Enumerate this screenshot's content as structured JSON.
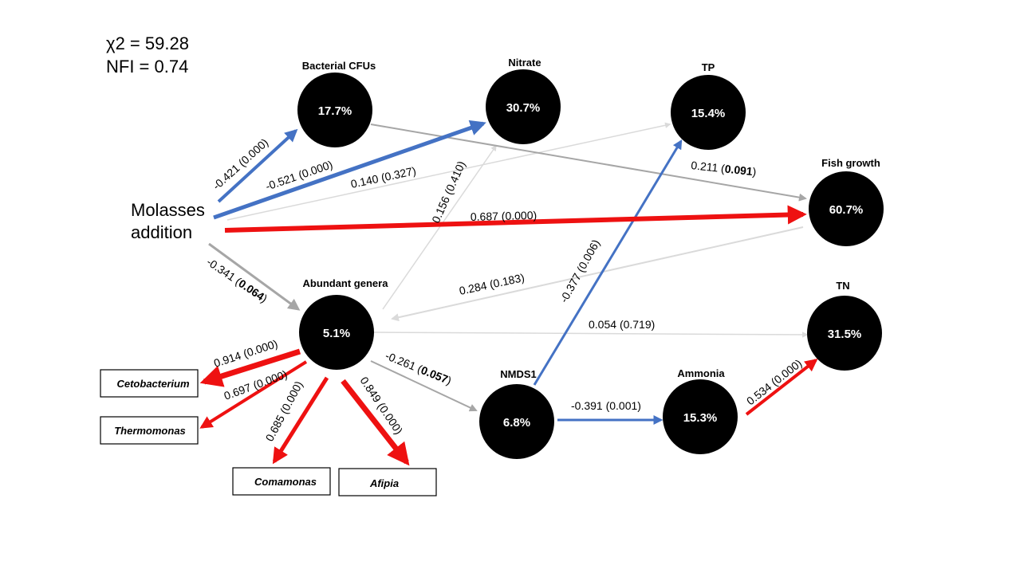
{
  "stats": {
    "chi2_symbol": "χ",
    "chi2_rest": "2 = 59.28",
    "nfi": "NFI = 0.74"
  },
  "source": {
    "line1": "Molasses",
    "line2": "addition"
  },
  "nodes": {
    "bacterial_cfus": {
      "label": "Bacterial CFUs",
      "value": "17.7%"
    },
    "nitrate": {
      "label": "Nitrate",
      "value": "30.7%"
    },
    "tp": {
      "label": "TP",
      "value": "15.4%"
    },
    "fish_growth": {
      "label": "Fish growth",
      "value": "60.7%"
    },
    "abundant_genera": {
      "label": "Abundant genera",
      "value": "5.1%"
    },
    "tn": {
      "label": "TN",
      "value": "31.5%"
    },
    "nmds1": {
      "label": "NMDS1",
      "value": "6.8%"
    },
    "ammonia": {
      "label": "Ammonia",
      "value": "15.3%"
    }
  },
  "boxes": {
    "cetobacterium": "Cetobacterium",
    "thermomonas": "Thermomonas",
    "comamonas": "Comamonas",
    "afipia": "Afipia"
  },
  "edges": {
    "mol_cfu": {
      "coef": "-0.421",
      "p": "(0.000)"
    },
    "mol_nitrate": {
      "coef": "-0.521",
      "p": "(0.000)"
    },
    "mol_tp": {
      "coef": "0.140",
      "p": "(0.327)"
    },
    "mol_fish": {
      "coef": "0.687",
      "p": "(0.000)"
    },
    "mol_genera": {
      "coef": "-0.341",
      "p_open": "(",
      "p_bold": "0.064",
      "p_close": ")"
    },
    "cfu_fish": {
      "coef": "0.211",
      "p_open": "(",
      "p_bold": "0.091",
      "p_close": ")"
    },
    "genera_nitrate": {
      "coef": "0.156",
      "p": "(0.410)"
    },
    "fish_genera": {
      "coef": "0.284",
      "p": "(0.183)"
    },
    "nmds_tp": {
      "coef": "-0.377",
      "p": "(0.006)"
    },
    "genera_tn": {
      "coef": "0.054",
      "p": "(0.719)"
    },
    "genera_nmds": {
      "coef": "-0.261",
      "p_open": "(",
      "p_bold": "0.057",
      "p_close": ")"
    },
    "nmds_ammonia": {
      "coef": "-0.391",
      "p": "(0.001)"
    },
    "ammonia_tn": {
      "coef": "0.534",
      "p": "(0.000)"
    },
    "genera_ceto": {
      "coef": "0.914",
      "p": "(0.000)"
    },
    "genera_thermo": {
      "coef": "0.697",
      "p": "(0.000)"
    },
    "genera_coma": {
      "coef": "0.685",
      "p": "(0.000)"
    },
    "genera_afipia": {
      "coef": "0.849",
      "p": "(0.000)"
    }
  },
  "colors": {
    "positive": "#ee1111",
    "negative": "#4472c4",
    "nonsig_gray": "#a6a6a6",
    "nonsig_light": "#dadada"
  }
}
